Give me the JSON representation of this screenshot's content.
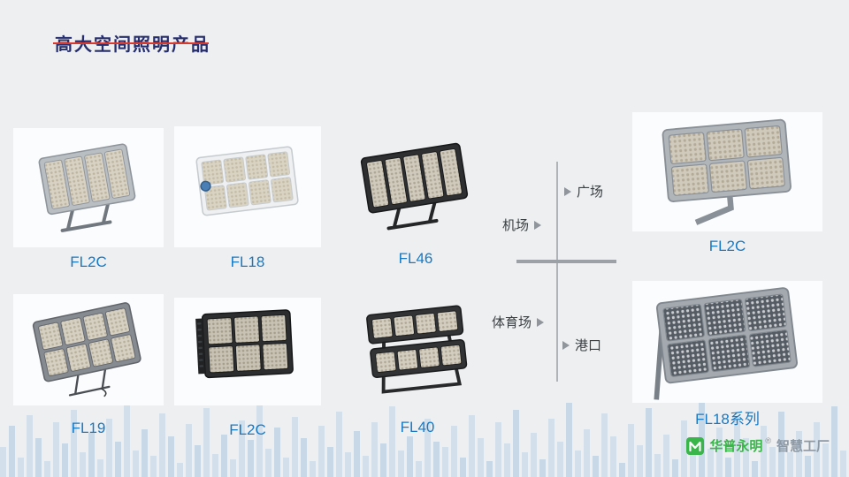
{
  "slide": {
    "title": "高大空间照明产品"
  },
  "products": [
    {
      "label": "FL2C"
    },
    {
      "label": "FL18"
    },
    {
      "label": "FL46"
    },
    {
      "label": "FL2C"
    },
    {
      "label": "FL19"
    },
    {
      "label": "FL2C"
    },
    {
      "label": "FL40"
    },
    {
      "label": "FL18系列"
    }
  ],
  "axis": {
    "labels": [
      {
        "text": "广场"
      },
      {
        "text": "机场"
      },
      {
        "text": "体育场"
      },
      {
        "text": "港口"
      }
    ]
  },
  "footer": {
    "brand_name": "华普永明",
    "reg_mark": "®",
    "brand_suffix": "智慧工厂"
  },
  "colors": {
    "title": "#272e6e",
    "title_line": "#d93a2b",
    "product_label": "#1779c4",
    "brand_green": "#3ab54a",
    "axis_gray": "#9ba1a7",
    "bars_blue": "#cfdeec"
  }
}
